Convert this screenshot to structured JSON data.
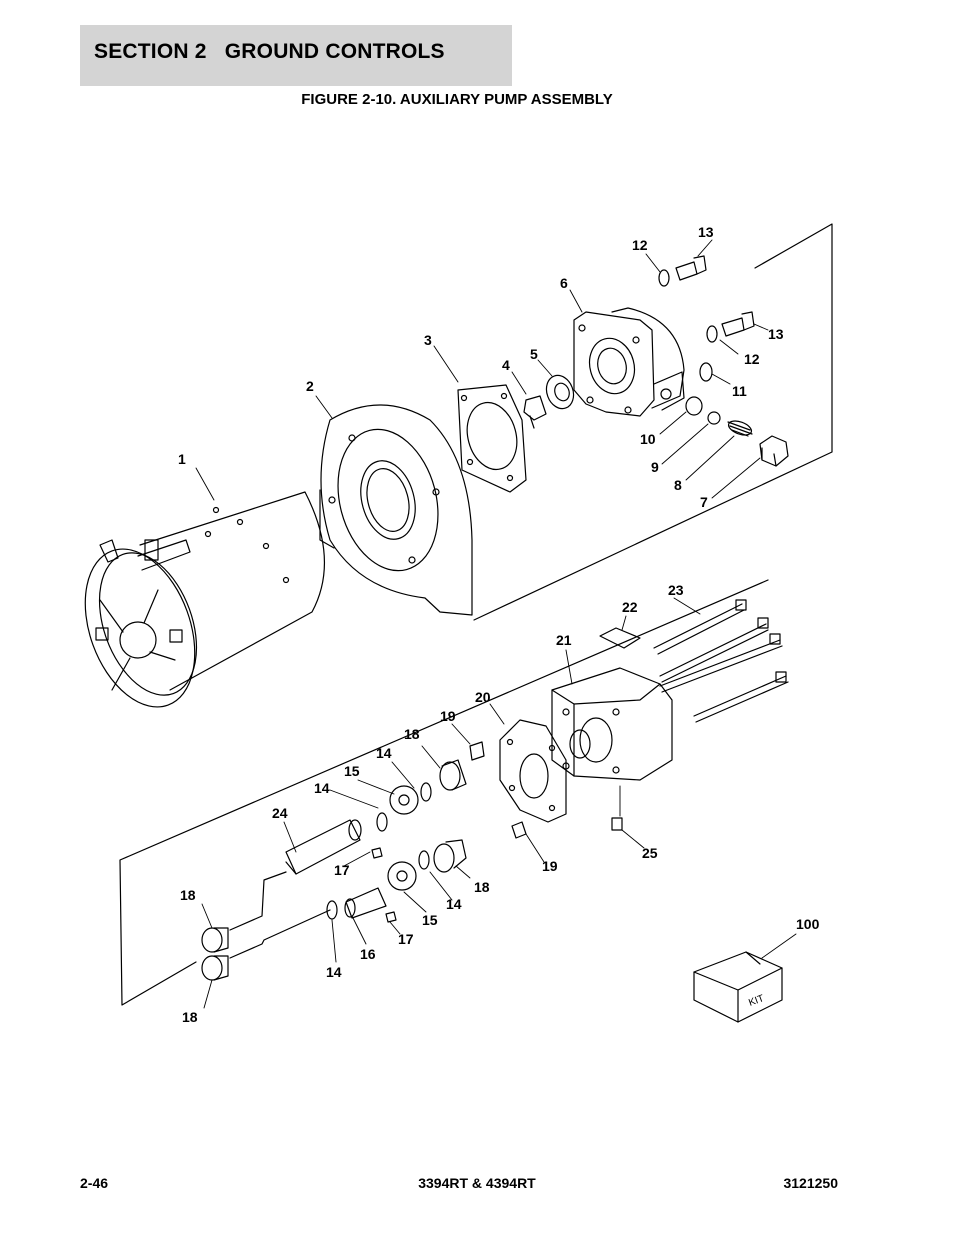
{
  "header": {
    "section_title": "SECTION 2   GROUND CONTROLS",
    "figure_title": "FIGURE 2-10. AUXILIARY PUMP ASSEMBLY"
  },
  "callouts": {
    "c1": "1",
    "c2": "2",
    "c3": "3",
    "c4": "4",
    "c5": "5",
    "c6": "6",
    "c7": "7",
    "c8": "8",
    "c9": "9",
    "c10": "10",
    "c11": "11",
    "c12a": "12",
    "c12b": "12",
    "c13a": "13",
    "c13b": "13",
    "c14a": "14",
    "c14b": "14",
    "c14c": "14",
    "c14d": "14",
    "c15a": "15",
    "c15b": "15",
    "c16": "16",
    "c17a": "17",
    "c17b": "17",
    "c18a": "18",
    "c18b": "18",
    "c18c": "18",
    "c18d": "18",
    "c19a": "19",
    "c19b": "19",
    "c20": "20",
    "c21": "21",
    "c22": "22",
    "c23": "23",
    "c24": "24",
    "c25": "25",
    "c100": "100",
    "kit_label": "KIT"
  },
  "footer": {
    "page_number": "2-46",
    "model": "3394RT & 4394RT",
    "doc_number": "3121250"
  }
}
